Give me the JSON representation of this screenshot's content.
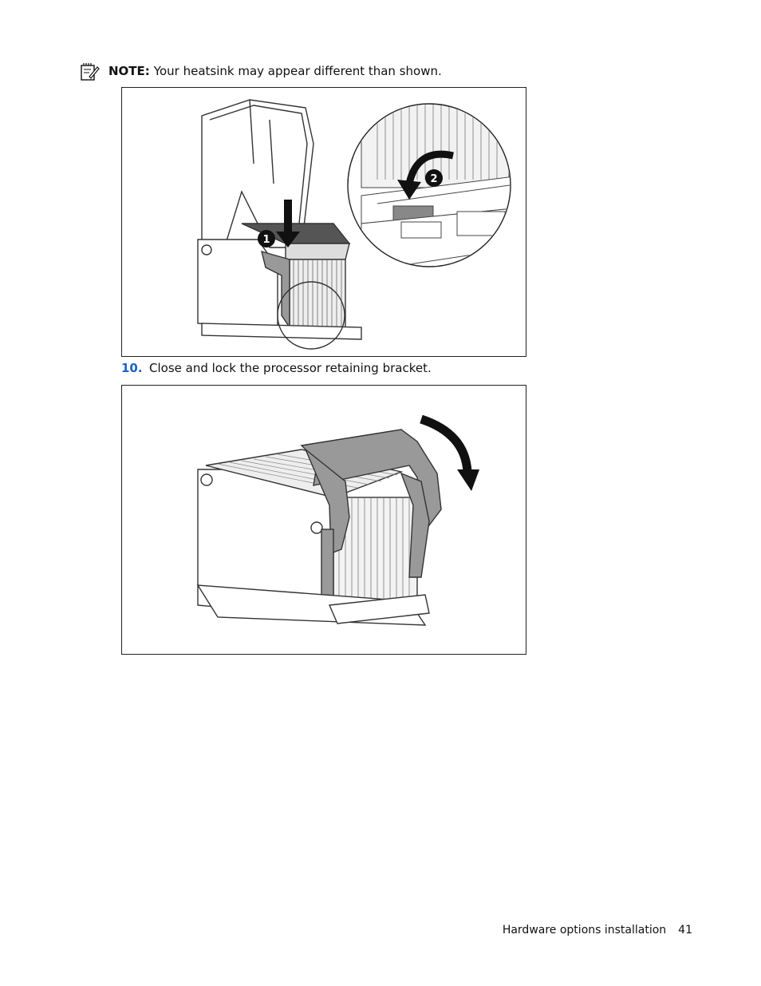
{
  "note": {
    "label": "NOTE:",
    "text": "Your heatsink may appear different than shown."
  },
  "figure1": {
    "callouts": [
      "1",
      "2"
    ]
  },
  "step": {
    "number": "10.",
    "text": "Close and lock the processor retaining bracket."
  },
  "footer": {
    "section": "Hardware options installation",
    "page_number": "41"
  },
  "icons": {
    "note": "note-pad-icon"
  }
}
